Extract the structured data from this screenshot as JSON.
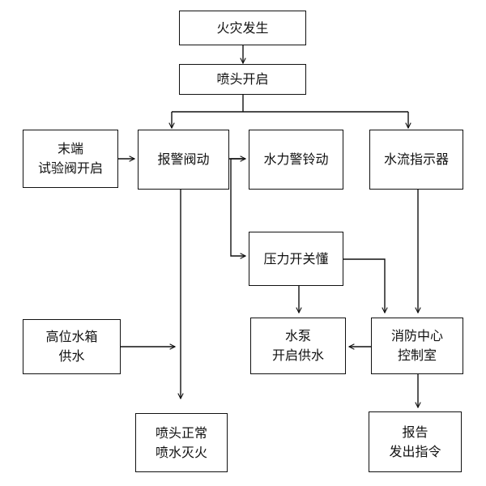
{
  "nodes": {
    "fire_occurs": {
      "line1": "火灾发生",
      "line2": ""
    },
    "sprinkler_open": {
      "line1": "喷头开启",
      "line2": ""
    },
    "end_test_valve": {
      "line1": "末端",
      "line2": "试验阀开启"
    },
    "alarm_valve": {
      "line1": "报警阀动",
      "line2": ""
    },
    "water_gong": {
      "line1": "水力警铃动",
      "line2": ""
    },
    "flow_indicator": {
      "line1": "水流指示器",
      "line2": ""
    },
    "pressure_switch": {
      "line1": "压力开关懂",
      "line2": ""
    },
    "high_tank": {
      "line1": "高位水箱",
      "line2": "供水"
    },
    "pump_start": {
      "line1": "水泵",
      "line2": "开启供水"
    },
    "control_center": {
      "line1": "消防中心",
      "line2": "控制室"
    },
    "sprinkler_normal": {
      "line1": "喷头正常",
      "line2": "喷水灭火"
    },
    "report": {
      "line1": "报告",
      "line2": "发出指令"
    }
  }
}
